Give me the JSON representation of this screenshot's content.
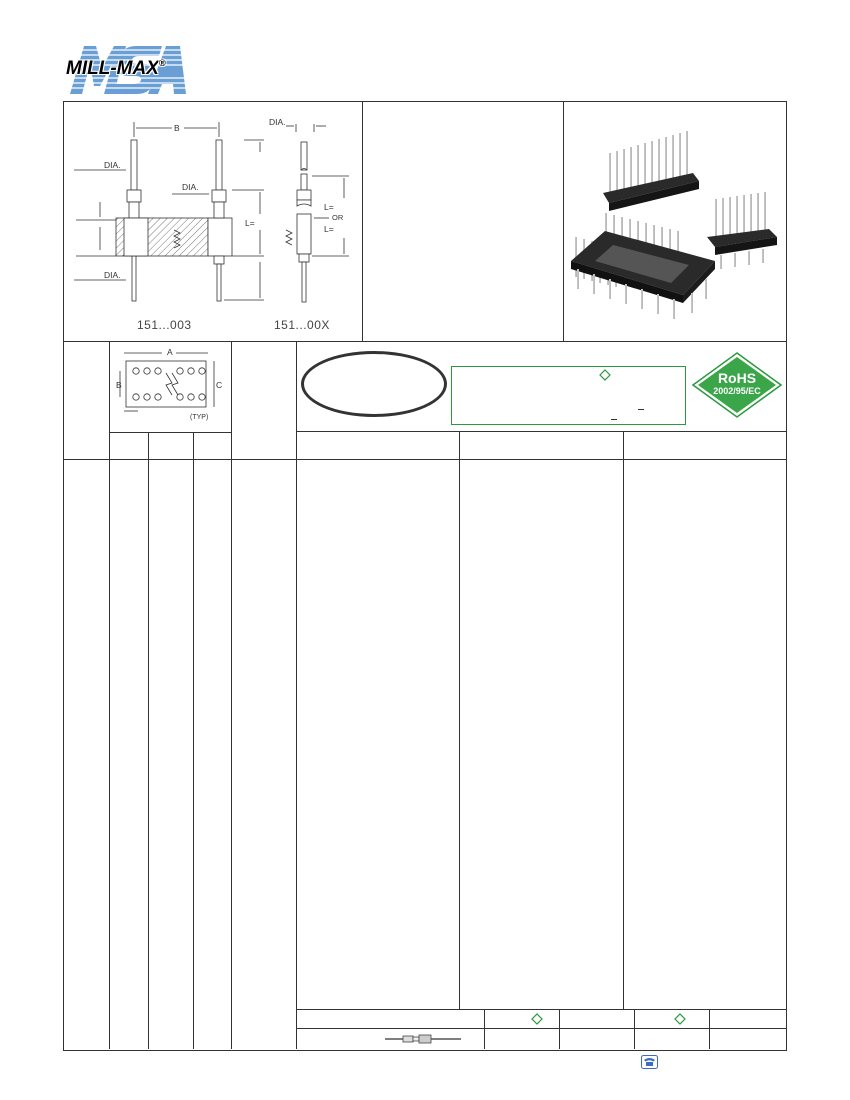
{
  "brand": {
    "logo_text": "MILL-MAX",
    "registered_mark": "®"
  },
  "drawing_left": {
    "label_b": "B",
    "label_dia_top": "DIA.",
    "label_dia_left": "DIA.",
    "label_dia_mid": "DIA.",
    "label_dia_bottom": "DIA.",
    "label_l": "L=",
    "caption": "151...003"
  },
  "drawing_right": {
    "label_l_top": "L=",
    "label_or": "OR",
    "label_l_bottom": "L=",
    "caption": "151...00X"
  },
  "footprint": {
    "label_a": "A",
    "label_b": "B",
    "label_c": "C",
    "label_typ": "(TYP)"
  },
  "rohs": {
    "line1": "RoHS",
    "line2": "2002/95/EC"
  },
  "colors": {
    "rohs_green": "#2a9a3c",
    "line": "#333333"
  },
  "icons": [
    "diamond-icon",
    "phone-icon"
  ]
}
